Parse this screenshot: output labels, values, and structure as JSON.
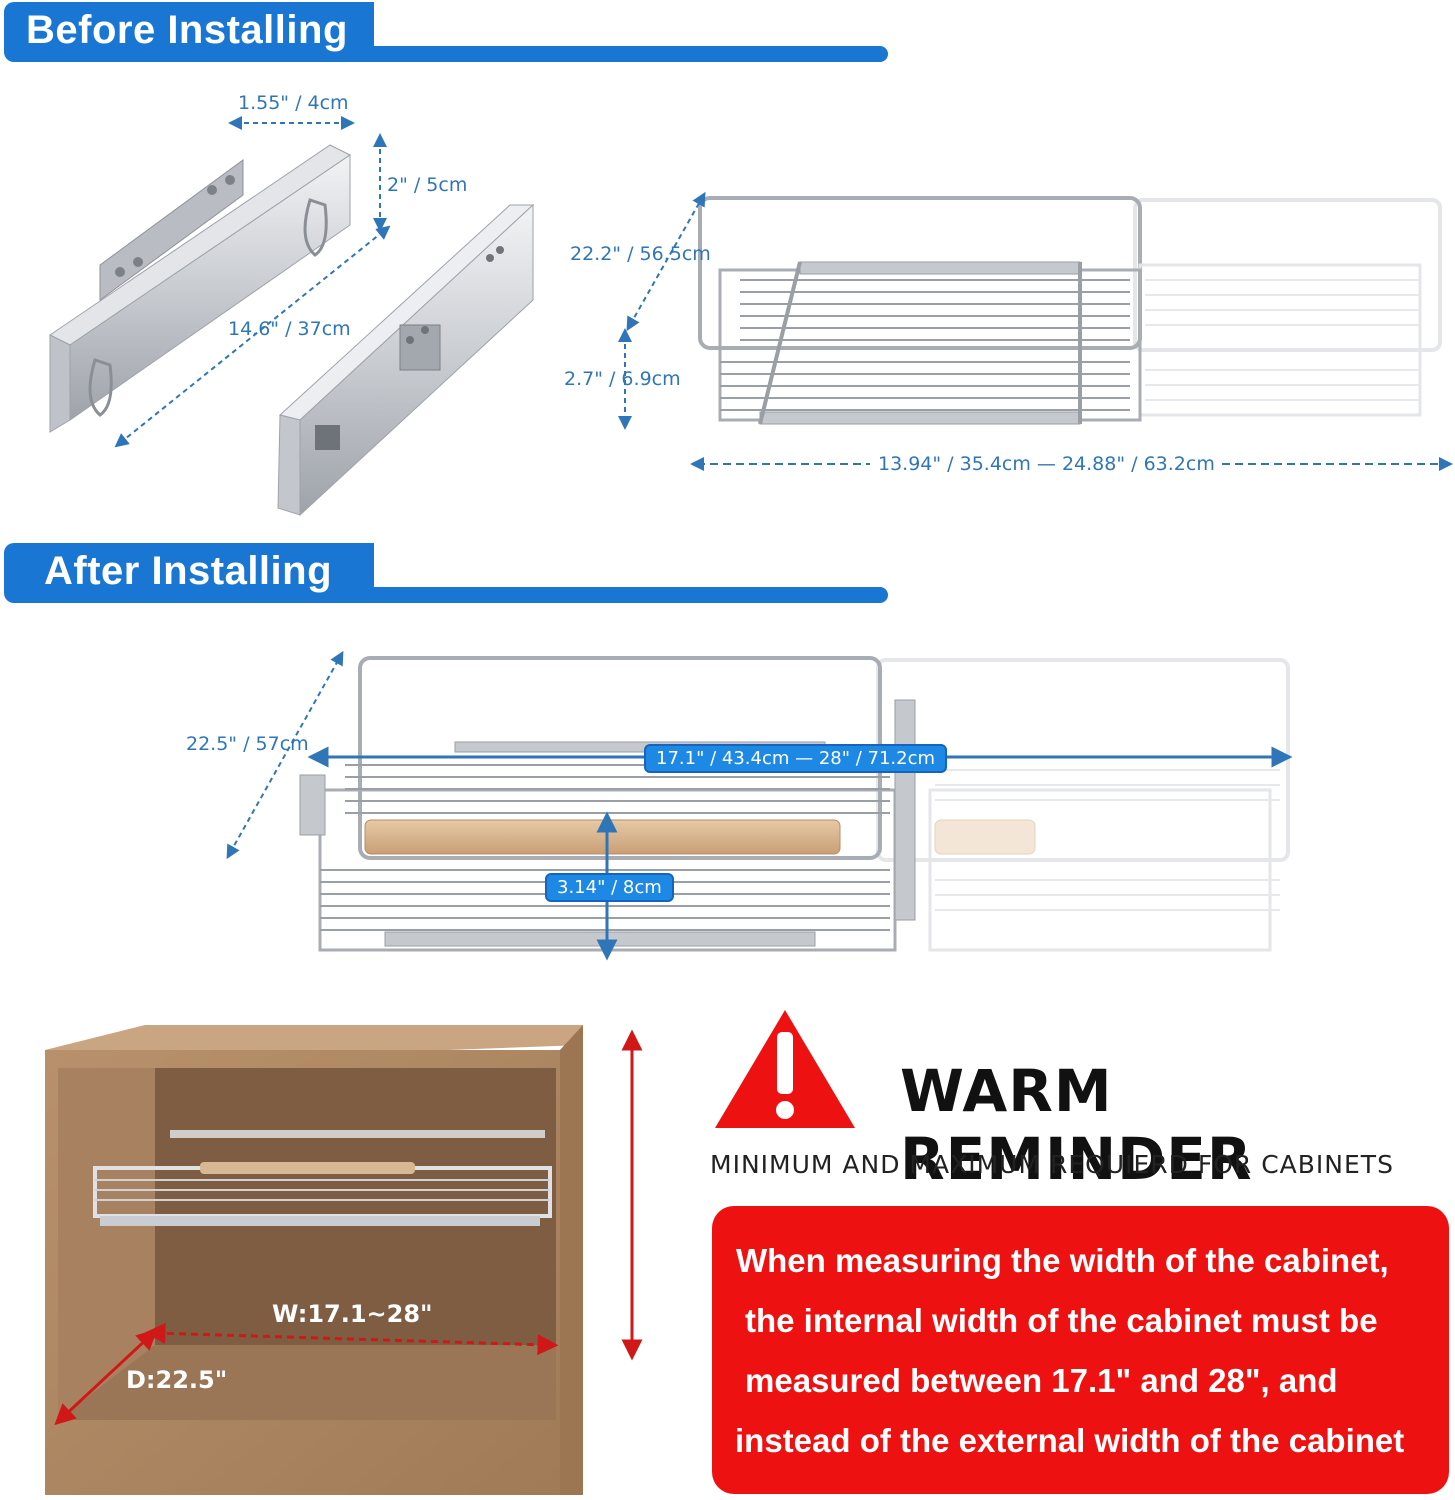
{
  "sections": {
    "before": "Before Installing",
    "after": "After Installing"
  },
  "before_dims": {
    "slide_width": "1.55\" / 4cm",
    "slide_height": "2\" / 5cm",
    "slide_length": "14.6\"  / 37cm",
    "basket_depth": "22.2\" / 56.5cm",
    "basket_height": "2.7\" / 6.9cm",
    "basket_width": "13.94\" / 35.4cm — 24.88\" / 63.2cm"
  },
  "after_dims": {
    "depth": "22.5\" / 57cm",
    "width": "17.1\" / 43.4cm — 28\" / 71.2cm",
    "height": "3.14\" / 8cm"
  },
  "cabinet": {
    "width_label": "W:17.1~28\"",
    "depth_label": "D:22.5\""
  },
  "reminder": {
    "title": "WARM REMINDER",
    "subtitle": "MINIMUM AND MAXIMUM REQUIERD FOR CABINETS",
    "lines": [
      "When measuring the width of the cabinet,",
      "the internal width of the cabinet must be",
      "measured between 17.1\" and 28\", and",
      "instead of the external width of the cabinet"
    ]
  },
  "colors": {
    "accent_blue": "#1976d2",
    "warning_red": "#ee1111",
    "dimension_blue": "#2f76b8",
    "wood": "#b08a66"
  }
}
